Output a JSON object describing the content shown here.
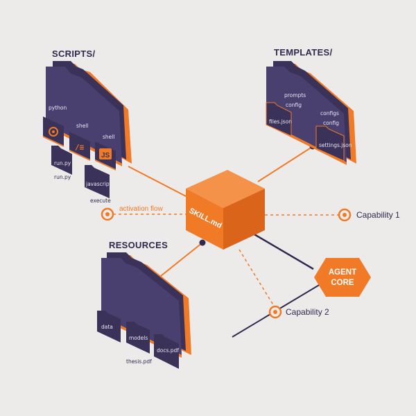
{
  "colors": {
    "background": "#ecebea",
    "accent": "#f07a26",
    "accent_dark": "#d9641a",
    "folder_dark": "#3a3259",
    "folder_mid": "#4a4070",
    "ink": "#2f2a4d"
  },
  "scripts": {
    "title": "SCRIPTS/",
    "python_label": "python",
    "shell_label_1": "shell",
    "shell_label_2": "shell",
    "file_1": "run.py",
    "file_1_caption": "run.py",
    "file_2": "javascript.sh",
    "file_2_caption": "execute"
  },
  "templates": {
    "title": "TEMPLATES/",
    "prompts_label": "prompts",
    "config_label": "config",
    "configs_label": "configs",
    "config_label_2": "config",
    "file_1": "files.json",
    "file_2": "settings.json"
  },
  "resources": {
    "title": "RESOURCES",
    "file_1": "data",
    "file_2": "models",
    "file_3": "docs.pdf",
    "caption": "thesis.pdf"
  },
  "center": {
    "label": "SKILL.md"
  },
  "agent": {
    "line_1": "AGENT",
    "line_2": "CORE"
  },
  "flow": {
    "label": "activation flow"
  },
  "capabilities": {
    "cap_1": "Capability 1",
    "cap_2": "Capability 2"
  }
}
